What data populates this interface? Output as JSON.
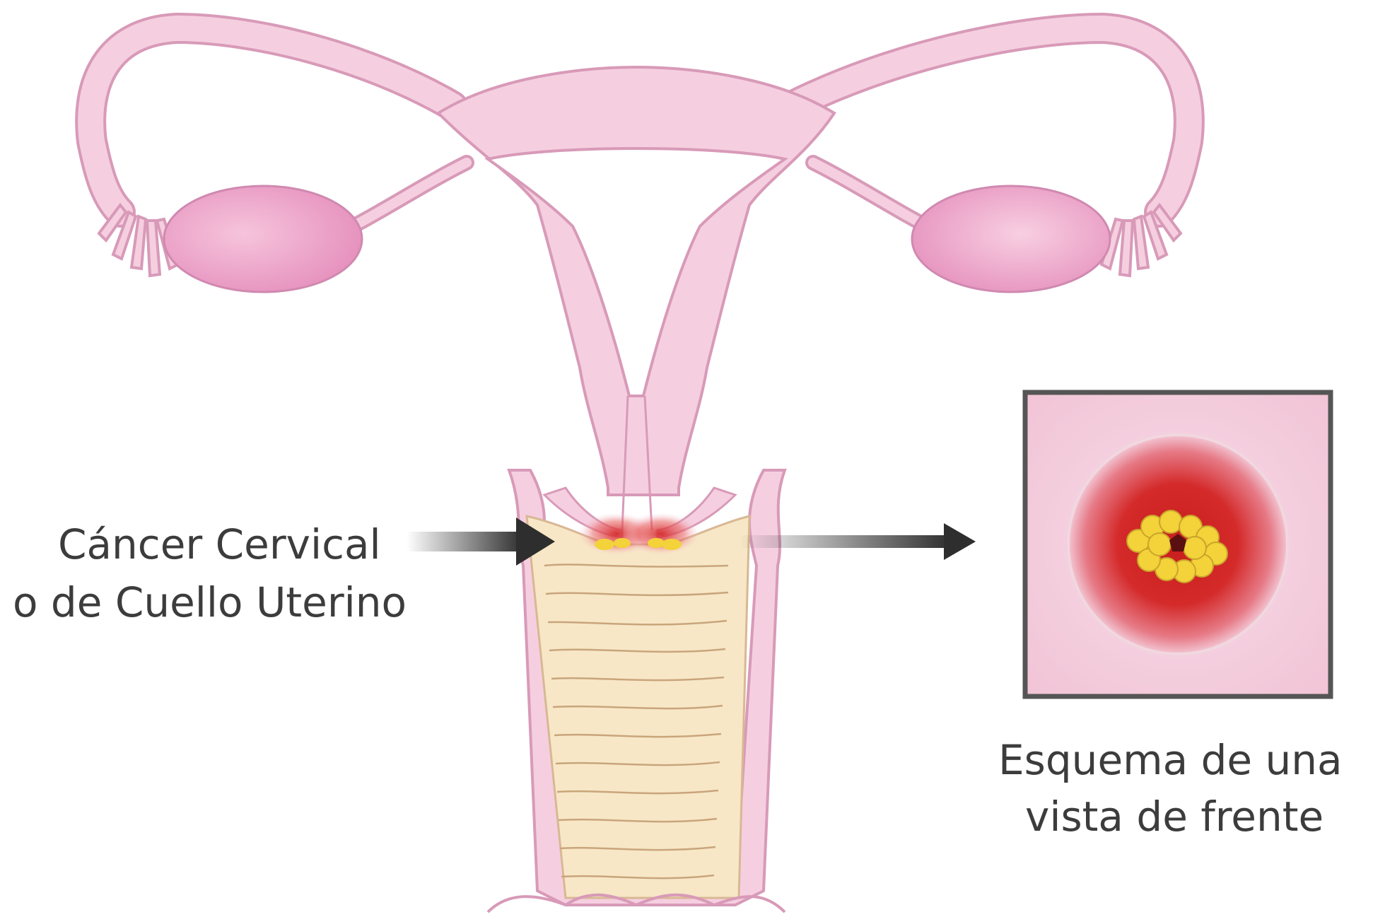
{
  "labels": {
    "cancer_line1": "Cáncer Cervical",
    "cancer_line2": "o de Cuello Uterino",
    "front_view_line1": "Esquema de una",
    "front_view_line2": "vista de frente"
  },
  "colors": {
    "tissue_pink": "#f5cfe0",
    "outline_pink": "#d89ab8",
    "ovary_pink": "#ea9cc4",
    "vaginal_wall": "#f7e7c6",
    "lesion_red": "#d42a2a",
    "lesion_yellow": "#f3d23a",
    "arrow_dark": "#2e2e2e",
    "inset_frame": "#555555",
    "label_text": "#3c3c3c"
  }
}
